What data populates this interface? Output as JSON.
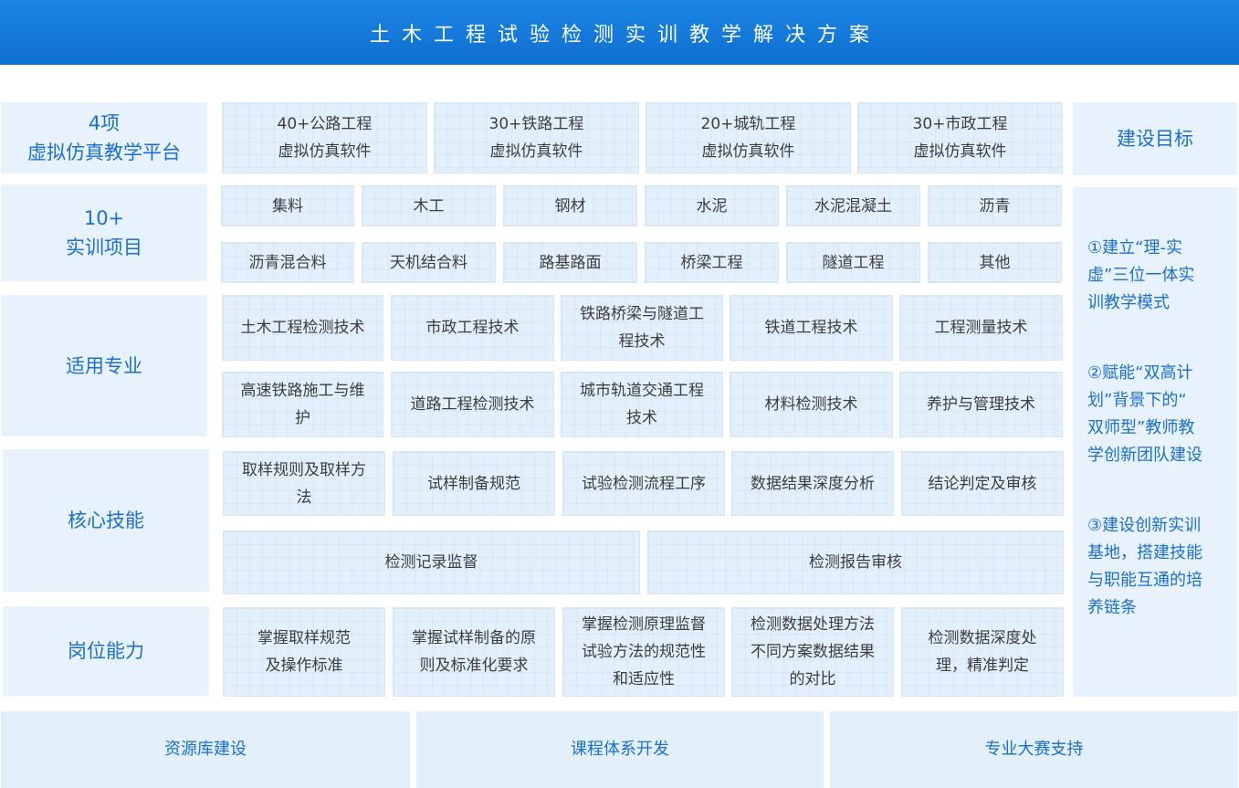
{
  "title": "土木工程试验检测实训教学解决方案",
  "rows": {
    "platform": {
      "label": [
        "4项",
        "虚拟仿真教学平台"
      ],
      "items": [
        [
          "40+公路工程",
          "虚拟仿真软件"
        ],
        [
          "30+铁路工程",
          "虚拟仿真软件"
        ],
        [
          "20+城轨工程",
          "虚拟仿真软件"
        ],
        [
          "30+市政工程",
          "虚拟仿真软件"
        ]
      ]
    },
    "projects": {
      "label": [
        "10+",
        "实训项目"
      ],
      "items": [
        "集料",
        "木工",
        "钢材",
        "水泥",
        "水泥混凝土",
        "沥青",
        "沥青混合料",
        "天机结合料",
        "路基路面",
        "桥梁工程",
        "隧道工程",
        "其他"
      ]
    },
    "majors": {
      "label": "适用专业",
      "items": [
        [
          "土木工程检测技术"
        ],
        [
          "市政工程技术"
        ],
        [
          "铁路桥梁与隧道工",
          "程技术"
        ],
        [
          "铁道工程技术"
        ],
        [
          "工程测量技术"
        ],
        [
          "高速铁路施工与维",
          "护"
        ],
        [
          "道路工程检测技术"
        ],
        [
          "城市轨道交通工程",
          "技术"
        ],
        [
          "材料检测技术"
        ],
        [
          "养护与管理技术"
        ]
      ]
    },
    "skills": {
      "label": "核心技能",
      "items": [
        [
          "取样规则及取样方",
          "法"
        ],
        [
          "试样制备规范"
        ],
        [
          "试验检测流程工序"
        ],
        [
          "数据结果深度分析"
        ],
        [
          "结论判定及审核"
        ],
        [
          "检测记录监督"
        ],
        [
          "检测报告审核"
        ]
      ]
    },
    "abilities": {
      "label": "岗位能力",
      "items": [
        [
          "掌握取样规范",
          "及操作标准"
        ],
        [
          "掌握试样制备的原",
          "则及标准化要求"
        ],
        [
          "掌握检测原理监督",
          "试验方法的规范性",
          "和适应性"
        ],
        [
          "检测数据处理方法",
          "不同方案数据结果",
          "的对比"
        ],
        [
          "检测数据深度处",
          "理，精准判定"
        ]
      ]
    }
  },
  "goals": {
    "heading": "建设目标",
    "items": [
      [
        "①建立“理-实",
        "虚”三位一体实",
        "训教学模式"
      ],
      [
        "②赋能“双高计",
        "划”背景下的“",
        "双师型”教师教",
        "学创新团队建设"
      ],
      [
        "③建设创新实训",
        "基地，搭建技能",
        "与职能互通的培",
        "养链条"
      ]
    ]
  },
  "footer": [
    "资源库建设",
    "课程体系开发",
    "专业大赛支持"
  ]
}
